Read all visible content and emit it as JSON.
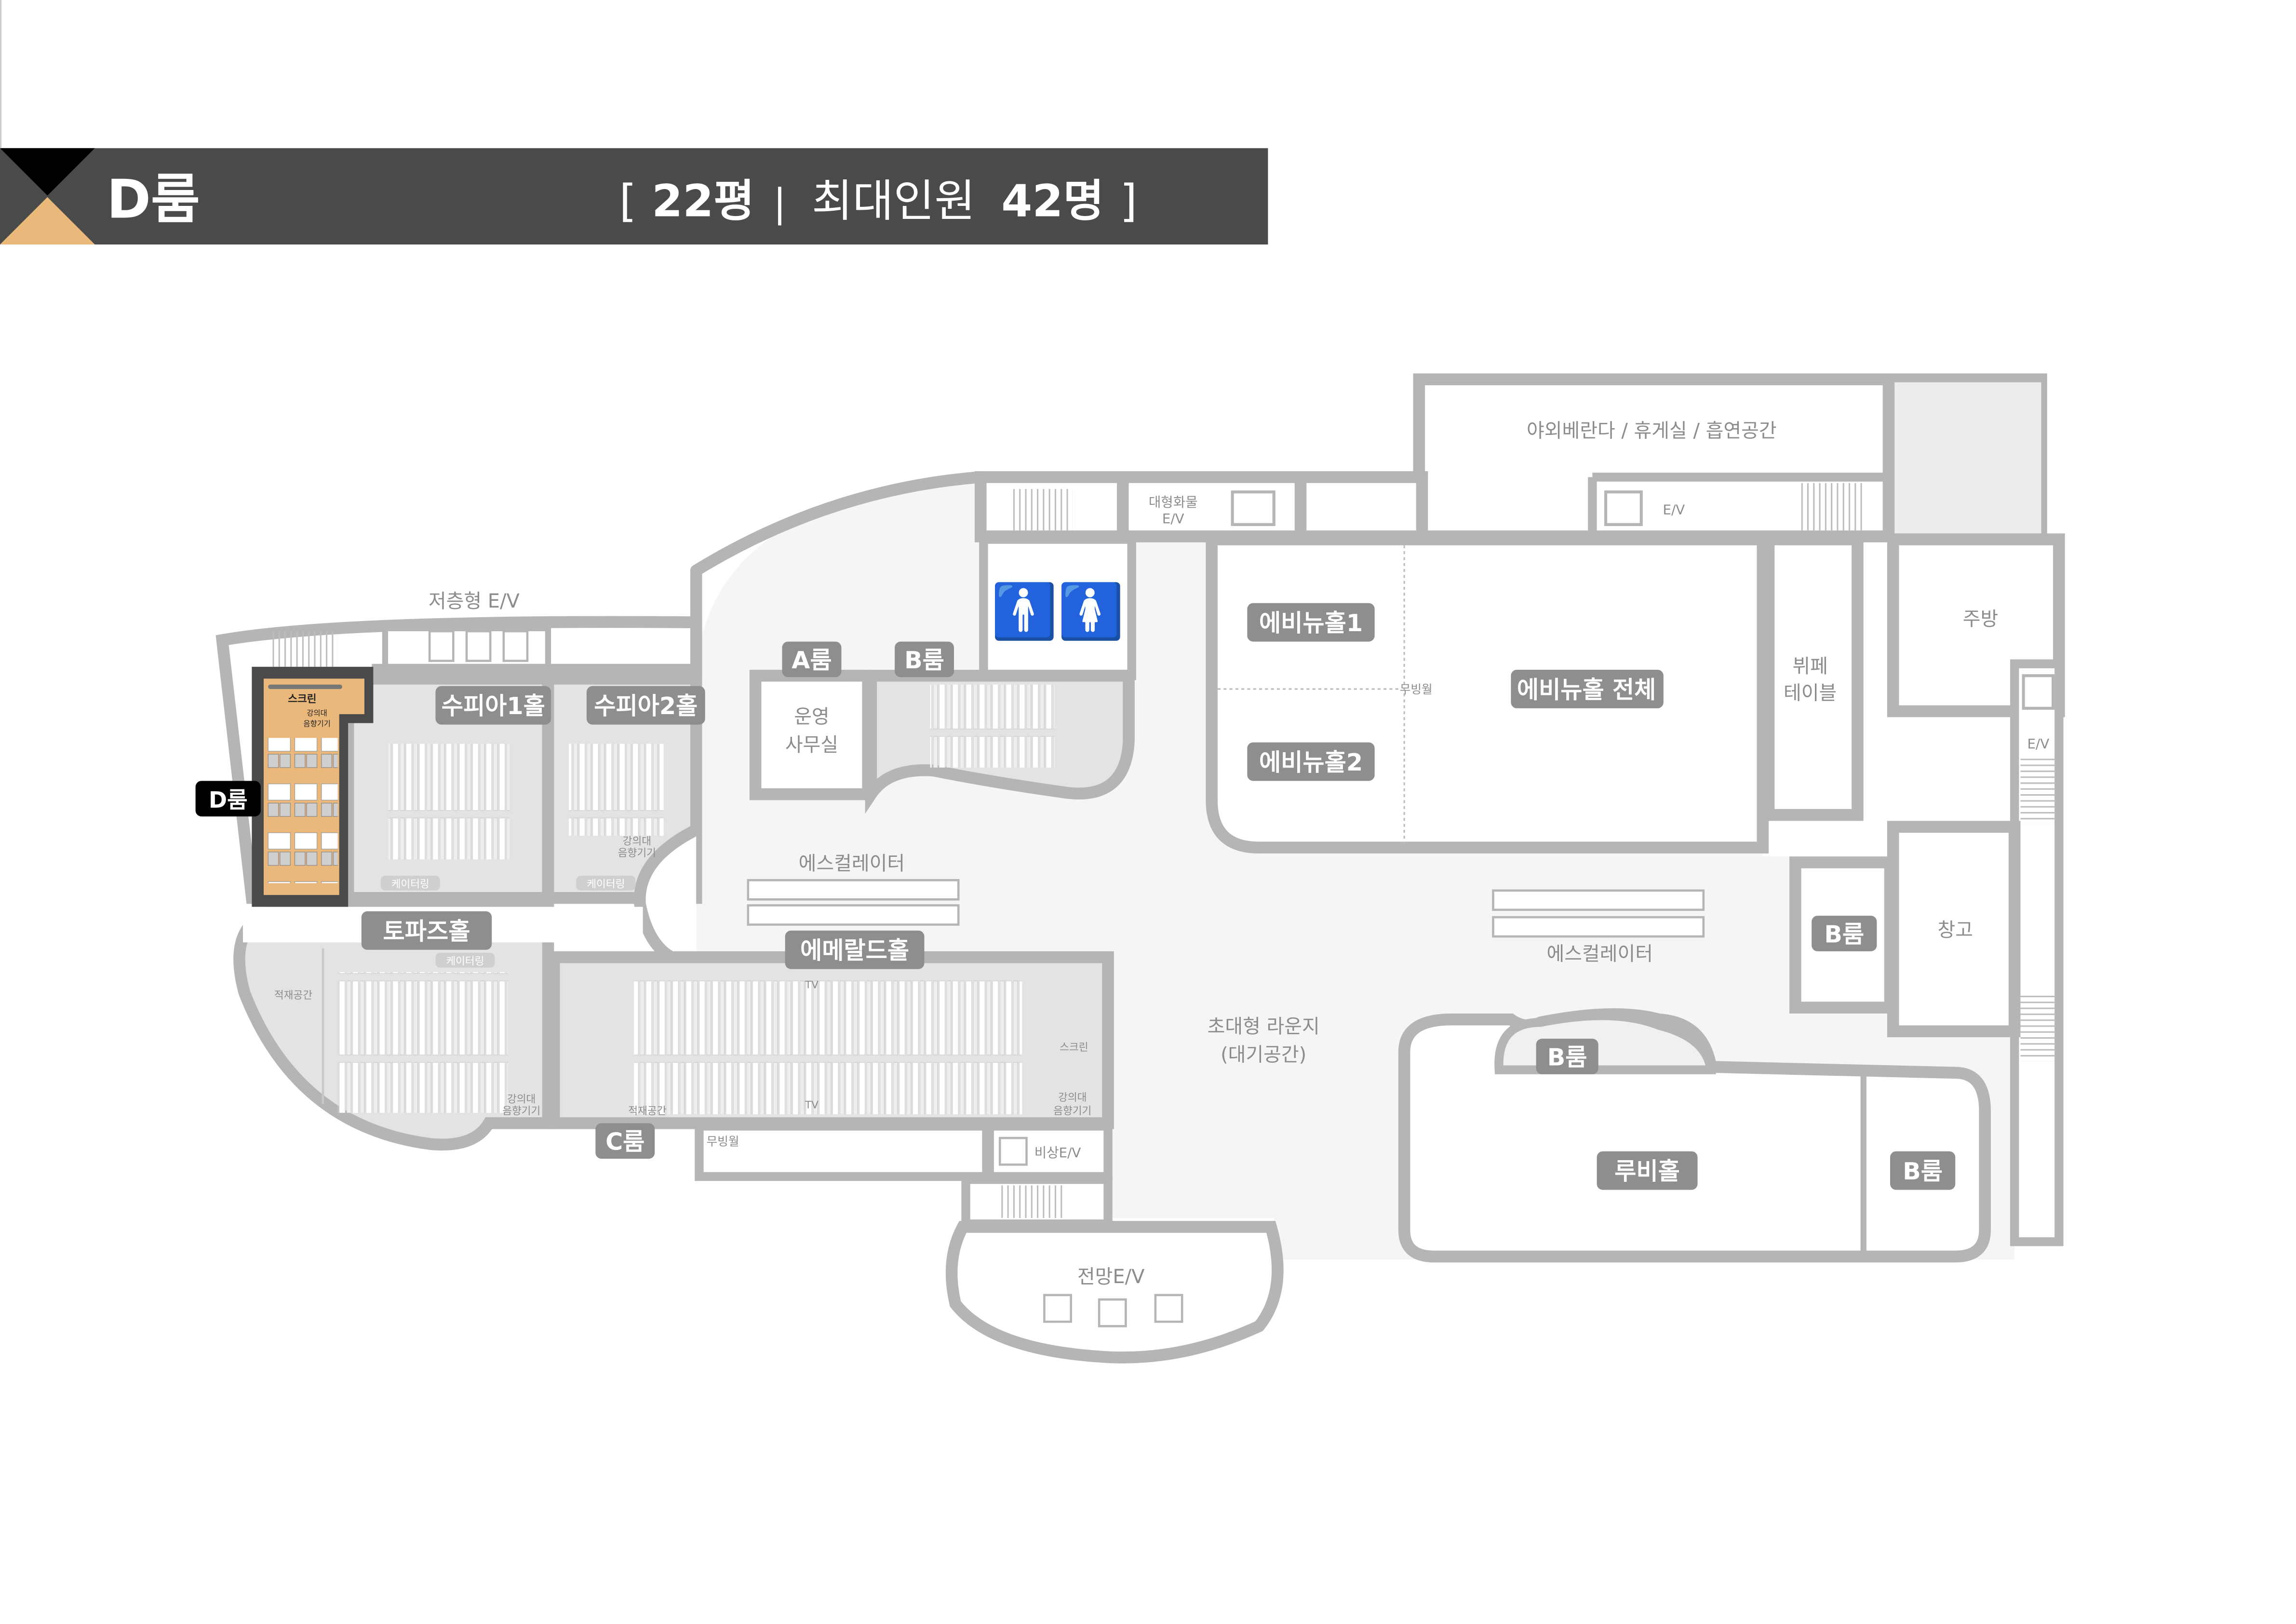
{
  "header": {
    "room_name": "D룸",
    "bracket_open": "[",
    "area": "22평",
    "separator": "|",
    "capacity_label": "최대인원",
    "capacity": "42명",
    "bracket_close": "]",
    "bar_color": "#4a4a4a",
    "accent_color": "#e9b87a"
  },
  "highlight": {
    "room": "D룸",
    "screen": "스크린",
    "podium_line1": "강의대",
    "podium_line2": "음향기기",
    "color": "#e9b87a"
  },
  "labels": {
    "low_ev": "저층형 E/V",
    "terrace": "야외베란다 / 휴게실 / 흡연공간",
    "freight_ev_1": "대형화물",
    "freight_ev_2": "E/V",
    "ev_top": "E/V",
    "kitchen": "주방",
    "buffet_1": "뷔페",
    "buffet_2": "테이블",
    "ev_right": "E/V",
    "moving_wall": "무빙월",
    "office_1": "운영",
    "office_2": "사무실",
    "escalator_1": "에스컬레이터",
    "escalator_2": "에스컬레이터",
    "lounge_1": "초대형 라운지",
    "lounge_2": "(대기공간)",
    "storage": "창고",
    "emergency_ev": "비상E/V",
    "moving_wall_2": "무빙월",
    "view_ev": "전망E/V",
    "storage_space_1": "적재공간",
    "storage_space_2": "적재공간",
    "screen": "스크린",
    "podium_1": "강의대",
    "podium_2": "음향기기",
    "catering": "케이터링",
    "tv": "TV"
  },
  "rooms": {
    "avenue1": "에비뉴홀1",
    "avenue2": "에비뉴홀2",
    "avenue_all": "에비뉴홀 전체",
    "room_a": "A룸",
    "room_b_top": "B룸",
    "sophia1": "수피아1홀",
    "sophia2": "수피아2홀",
    "topaz": "토파즈홀",
    "emerald": "에메랄드홀",
    "room_c": "C룸",
    "room_b_right": "B룸",
    "room_b_ruby_top": "B룸",
    "ruby": "루비홀",
    "room_b_ruby_right": "B룸",
    "room_d": "D룸"
  }
}
